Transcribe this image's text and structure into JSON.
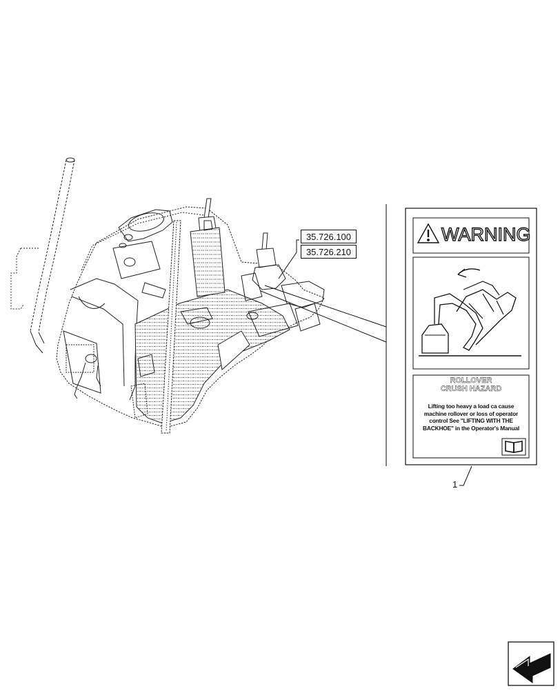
{
  "references": [
    {
      "code": "35.726.100"
    },
    {
      "code": "35.726.210"
    }
  ],
  "callout": {
    "number": "1"
  },
  "decal": {
    "signal_word": "WARNING",
    "hazard_title_line1": "ROLLOVER",
    "hazard_title_line2": "CRUSH HAZARD",
    "message_lines": [
      "Lifting too heavy a load ca cause",
      "machine rollover or loss of operator",
      "control See \"LIFTING WITH THE",
      "BACKHOE\" in the Operator's Manual"
    ],
    "manual_icon": "open-book-icon",
    "pictogram": "backhoe-tipping-over-pictogram"
  },
  "navigation": {
    "icon": "previous-page-arrow-icon"
  }
}
